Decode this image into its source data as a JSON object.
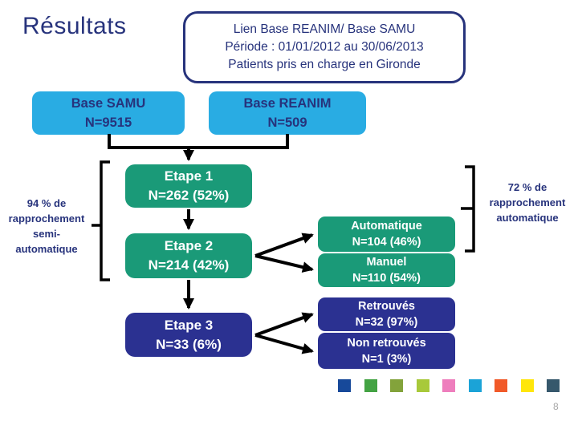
{
  "slide": {
    "title": "Résultats",
    "page_number": "8"
  },
  "header_box": {
    "lines": [
      "Lien Base REANIM/ Base SAMU",
      "Période : 01/01/2012 au 30/06/2013",
      "Patients pris en charge en Gironde"
    ]
  },
  "sources": [
    {
      "label": "Base SAMU",
      "count": "N=9515"
    },
    {
      "label": "Base REANIM",
      "count": "N=509"
    }
  ],
  "steps": [
    {
      "label": "Etape 1",
      "count": "N=262 (52%)"
    },
    {
      "label": "Etape 2",
      "count": "N=214 (42%)"
    },
    {
      "label": "Etape 3",
      "count": "N=33 (6%)"
    }
  ],
  "step2_breakdown": [
    {
      "label": "Automatique",
      "count": "N=104 (46%)"
    },
    {
      "label": "Manuel",
      "count": "N=110 (54%)"
    }
  ],
  "step3_breakdown": [
    {
      "label": "Retrouvés",
      "count": "N=32 (97%)"
    },
    {
      "label": "Non retrouvés",
      "count": "N=1 (3%)"
    }
  ],
  "annotations": {
    "left_lines": [
      "94 % de",
      "rapprochement",
      "semi-",
      "automatique"
    ],
    "right_lines": [
      "72 % de",
      "rapprochement",
      "automatique"
    ]
  },
  "colors": {
    "navy": "#27337c",
    "navy-box": "#2b3191",
    "cyan": "#29ace3",
    "green": "#1a9a78",
    "gray": "#a6a6a6"
  },
  "decor_squares": [
    "#17499a",
    "#43a343",
    "#83a33b",
    "#a8c93a",
    "#ee7ebd",
    "#1ba3d7",
    "#f15a29",
    "#ffe60a",
    "#36586c"
  ]
}
